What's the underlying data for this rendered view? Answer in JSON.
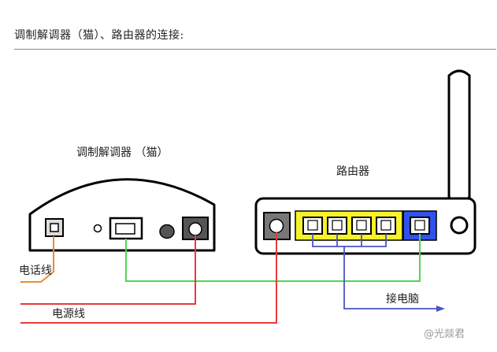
{
  "heading": "调制解调器（猫）、路由器的连接:",
  "modem_label": "调制解调器 （猫）",
  "router_label": "路由器",
  "phone_line_label": "电话线",
  "power_line_label": "电源线",
  "pc_label": "接电脑",
  "watermark": "@光燚君",
  "colors": {
    "phone_line": "#ee8a2e",
    "power_line": "#e43b3b",
    "green_line": "#54d454",
    "lan_line": "#4a54c8",
    "lan_ports_fill": "#f7f22a",
    "wan_port_fill": "#2f52ea",
    "divider": "#8a8a8a"
  }
}
